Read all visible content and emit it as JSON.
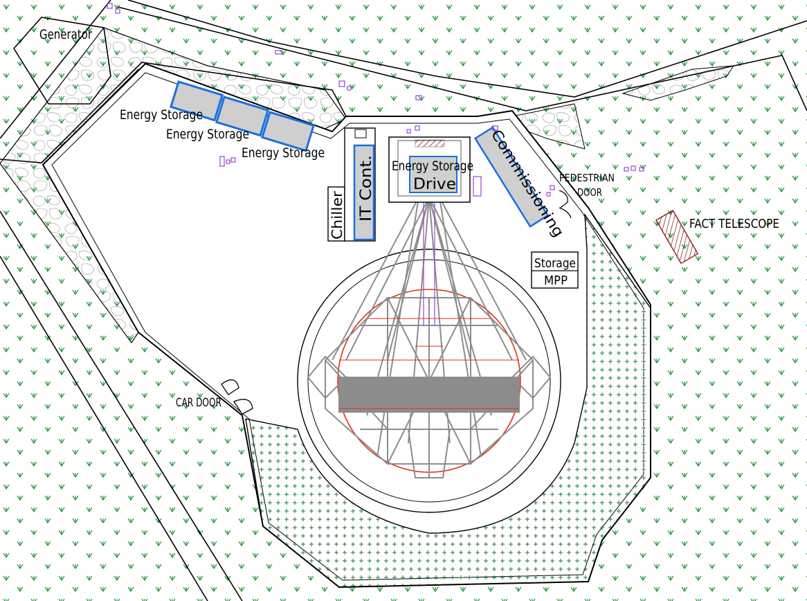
{
  "labels": {
    "generator": "Generator",
    "energy_storage_1": "Energy Storage",
    "energy_storage_2": "Energy Storage",
    "energy_storage_3": "Energy Storage",
    "energy_storage_4": "Energy Storage",
    "chiller": "Chiller",
    "it_container": "IT Cont.",
    "drive": "Drive",
    "commissioning": "Commissioning",
    "pedestrian_door_1": "PEDESTRIAN",
    "pedestrian_door_2": "DOOR",
    "fact_telescope": "FACT TELESCOPE",
    "storage": "Storage",
    "mpp": "MPP",
    "car_door": "CAR DOOR"
  },
  "colors": {
    "vegetation": "#1f9a3c",
    "gravel_area": "#1a7a3a",
    "battery_blue": "#1a6fe0",
    "telescope_grey": "#8c8c8c",
    "foundation_red": "#e03010",
    "cable_purple": "#9a44d8",
    "fact_red": "#8b1a1a"
  }
}
